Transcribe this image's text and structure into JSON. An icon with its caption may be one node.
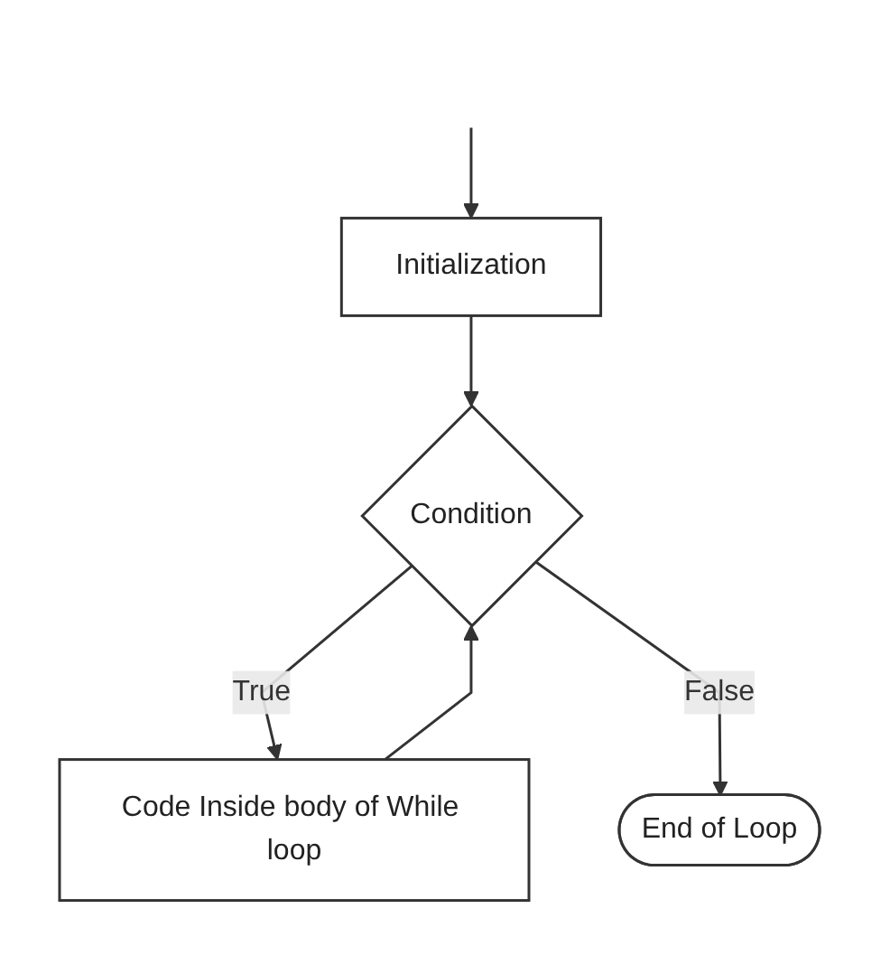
{
  "diagram": {
    "nodes": [
      {
        "text": [
          "Initialization"
        ]
      },
      {
        "text": [
          "Condition"
        ]
      },
      {
        "text": [
          "Code Inside body of While loop"
        ]
      },
      {
        "text": [
          "End of Loop"
        ]
      }
    ],
    "edges": [
      {
        "from": null,
        "to": 0,
        "arrow": "to"
      },
      {
        "from": 0,
        "to": 1,
        "arrow": "to"
      },
      {
        "from": 1,
        "to": 2,
        "label": "True",
        "arrow": "to"
      },
      {
        "from": 1,
        "to": 3,
        "label": "False",
        "arrow": "to"
      },
      {
        "from": 2,
        "to": 1,
        "arrow": "to"
      }
    ]
  }
}
